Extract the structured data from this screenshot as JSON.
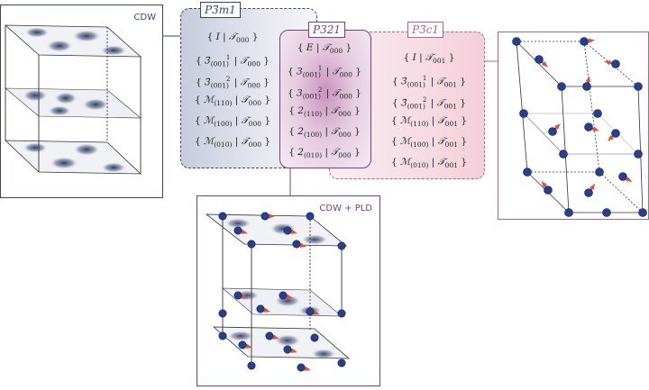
{
  "panels": {
    "left_label": "CDW",
    "bottom_label": "CDW + PLD"
  },
  "groups": [
    {
      "title": "P3̄m1",
      "ops": [
        {
          "a": "{ ",
          "o": "I",
          "s": "",
          "p": "",
          "t": " | ",
          "T": "𝒯",
          "ts": "000",
          "e": " }"
        },
        {
          "a": "{ ",
          "o": "3̄",
          "s": "(001)",
          "p": "1",
          "t": " | ",
          "T": "𝒯",
          "ts": "000",
          "e": " }"
        },
        {
          "a": "{ ",
          "o": "3̄",
          "s": "(001)",
          "p": "2",
          "t": " | ",
          "T": "𝒯",
          "ts": "000",
          "e": " }"
        },
        {
          "a": "{ ",
          "o": "ℳ",
          "s": "(110)",
          "p": "",
          "t": " | ",
          "T": "𝒯",
          "ts": "000",
          "e": " }"
        },
        {
          "a": "{ ",
          "o": "ℳ",
          "s": "(100)",
          "p": "",
          "t": " | ",
          "T": "𝒯",
          "ts": "000",
          "e": " }"
        },
        {
          "a": "{ ",
          "o": "ℳ",
          "s": "(010)",
          "p": "",
          "t": " | ",
          "T": "𝒯",
          "ts": "000",
          "e": " }"
        }
      ]
    },
    {
      "title": "P321",
      "ops": [
        {
          "a": "{ ",
          "o": "E",
          "s": "",
          "p": "",
          "t": " | ",
          "T": "𝒯",
          "ts": "000",
          "e": " }"
        },
        {
          "a": "{ ",
          "o": "3",
          "s": "(001)",
          "p": "1",
          "t": " | ",
          "T": "𝒯",
          "ts": "000",
          "e": " }"
        },
        {
          "a": "{ ",
          "o": "3",
          "s": "(001)",
          "p": "2",
          "t": " | ",
          "T": "𝒯",
          "ts": "000",
          "e": " }"
        },
        {
          "a": "{ ",
          "o": "2",
          "s": "(110)",
          "p": "",
          "t": " | ",
          "T": "𝒯",
          "ts": "000",
          "e": " }"
        },
        {
          "a": "{ ",
          "o": "2",
          "s": "(100)",
          "p": "",
          "t": " | ",
          "T": "𝒯",
          "ts": "000",
          "e": " }"
        },
        {
          "a": "{ ",
          "o": "2",
          "s": "(010)",
          "p": "",
          "t": " | ",
          "T": "𝒯",
          "ts": "000",
          "e": " }"
        }
      ]
    },
    {
      "title": "P3̄c1",
      "ops": [
        {
          "a": "{ ",
          "o": "I",
          "s": "",
          "p": "",
          "t": " | ",
          "T": "𝒯",
          "ts": "001",
          "e": " }"
        },
        {
          "a": "{ ",
          "o": "3̄",
          "s": "(001)",
          "p": "1",
          "t": " | ",
          "T": "𝒯",
          "ts": "001",
          "e": " }"
        },
        {
          "a": "{ ",
          "o": "3̄",
          "s": "(001)",
          "p": "2",
          "t": " | ",
          "T": "𝒯",
          "ts": "001",
          "e": " }"
        },
        {
          "a": "{ ",
          "o": "ℳ",
          "s": "(110)",
          "p": "",
          "t": " | ",
          "T": "𝒯",
          "ts": "001",
          "e": " }"
        },
        {
          "a": "{ ",
          "o": "ℳ",
          "s": "(100)",
          "p": "",
          "t": " | ",
          "T": "𝒯",
          "ts": "001",
          "e": " }"
        },
        {
          "a": "{ ",
          "o": "ℳ",
          "s": "(010)",
          "p": "",
          "t": " | ",
          "T": "𝒯",
          "ts": "001",
          "e": " }"
        }
      ]
    }
  ],
  "colors": {
    "navy": "#3b4370",
    "purple": "#7a3f7a",
    "pink": "#c0607c",
    "atom": "#26408f",
    "arrow": "#e0552d"
  }
}
